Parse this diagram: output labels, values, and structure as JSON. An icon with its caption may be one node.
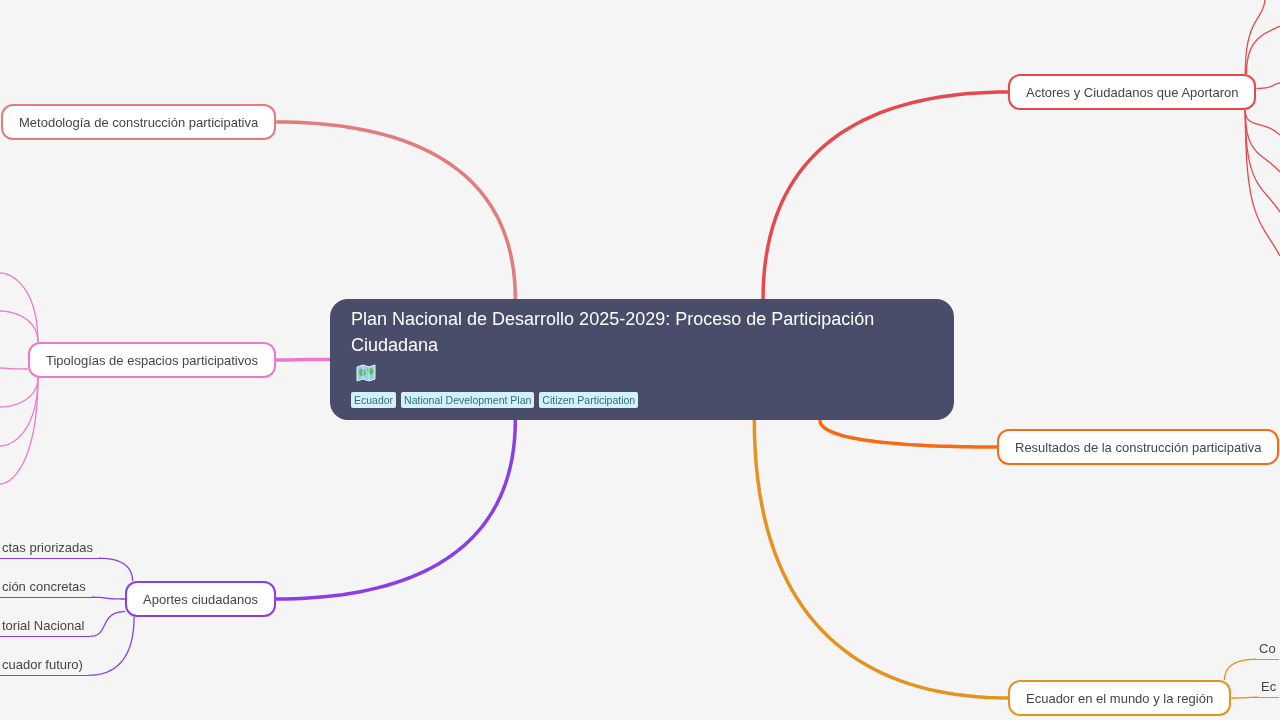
{
  "diagram": {
    "nodes": [
      {
        "text": [
          "Plan Nacional de Desarrollo 2025-2029: Proceso de Participación Ciudadana"
        ]
      },
      {
        "text": [
          "Ecuador"
        ],
        "in": 0
      },
      {
        "text": [
          "National Development Plan"
        ],
        "in": 0
      },
      {
        "text": [
          "Citizen Participation"
        ],
        "in": 0
      },
      {
        "text": [
          "Metodología de construcción participativa"
        ]
      },
      {
        "text": [
          "Actores y Ciudadanos que Aportaron"
        ]
      },
      {
        "text": [
          "Tipologías de espacios participativos"
        ]
      },
      {
        "text": [
          "Resultados de la construcción participativa"
        ]
      },
      {
        "text": [
          "Aportes ciudadanos"
        ]
      },
      {
        "text": [
          "ctas priorizadas"
        ]
      },
      {
        "text": [
          "ción concretas"
        ]
      },
      {
        "text": [
          "torial Nacional"
        ]
      },
      {
        "text": [
          "cuador futuro)"
        ]
      },
      {
        "text": [
          "Ecuador en el mundo y la región"
        ]
      },
      {
        "text": [
          "Co"
        ]
      },
      {
        "text": [
          "Ec"
        ]
      }
    ],
    "edges": [
      {
        "from": 0,
        "to": 4,
        "arrow": "none",
        "style": "thick",
        "color": "#e27b7c"
      },
      {
        "from": 0,
        "to": 5,
        "arrow": "none",
        "style": "thick",
        "color": "#e5484d"
      },
      {
        "from": 0,
        "to": 6,
        "arrow": "none",
        "style": "thick",
        "color": "#ee78cc"
      },
      {
        "from": 0,
        "to": 7,
        "arrow": "none",
        "style": "thick",
        "color": "#f76b15"
      },
      {
        "from": 0,
        "to": 8,
        "arrow": "none",
        "style": "thick",
        "color": "#8b3de8"
      },
      {
        "from": 0,
        "to": 13,
        "arrow": "none",
        "style": "thick",
        "color": "#e5921f"
      },
      {
        "from": 5,
        "to": null,
        "arrow": "none",
        "color": "#e5484d"
      },
      {
        "from": 5,
        "to": null,
        "arrow": "none",
        "color": "#e5484d"
      },
      {
        "from": 5,
        "to": null,
        "arrow": "none",
        "color": "#e5484d"
      },
      {
        "from": 5,
        "to": null,
        "arrow": "none",
        "color": "#e5484d"
      },
      {
        "from": 5,
        "to": null,
        "arrow": "none",
        "color": "#e5484d"
      },
      {
        "from": 5,
        "to": null,
        "arrow": "none",
        "color": "#e5484d"
      },
      {
        "from": 5,
        "to": null,
        "arrow": "none",
        "color": "#e5484d"
      },
      {
        "from": 6,
        "to": null,
        "arrow": "none",
        "color": "#ee78cc"
      },
      {
        "from": 6,
        "to": null,
        "arrow": "none",
        "color": "#ee78cc"
      },
      {
        "from": 6,
        "to": null,
        "arrow": "none",
        "color": "#ee78cc"
      },
      {
        "from": 6,
        "to": null,
        "arrow": "none",
        "color": "#ee78cc"
      },
      {
        "from": 6,
        "to": null,
        "arrow": "none",
        "color": "#ee78cc"
      },
      {
        "from": 6,
        "to": null,
        "arrow": "none",
        "color": "#ee78cc"
      },
      {
        "from": 8,
        "to": 9,
        "arrow": "none",
        "color": "#8b3de8"
      },
      {
        "from": 8,
        "to": 10,
        "arrow": "none",
        "color": "#8b3de8"
      },
      {
        "from": 8,
        "to": 11,
        "arrow": "none",
        "color": "#8b3de8"
      },
      {
        "from": 8,
        "to": 12,
        "arrow": "none",
        "color": "#8b3de8"
      },
      {
        "from": 13,
        "to": 14,
        "arrow": "none",
        "color": "#e5921f"
      },
      {
        "from": 13,
        "to": 15,
        "arrow": "none",
        "color": "#e5921f"
      }
    ]
  }
}
